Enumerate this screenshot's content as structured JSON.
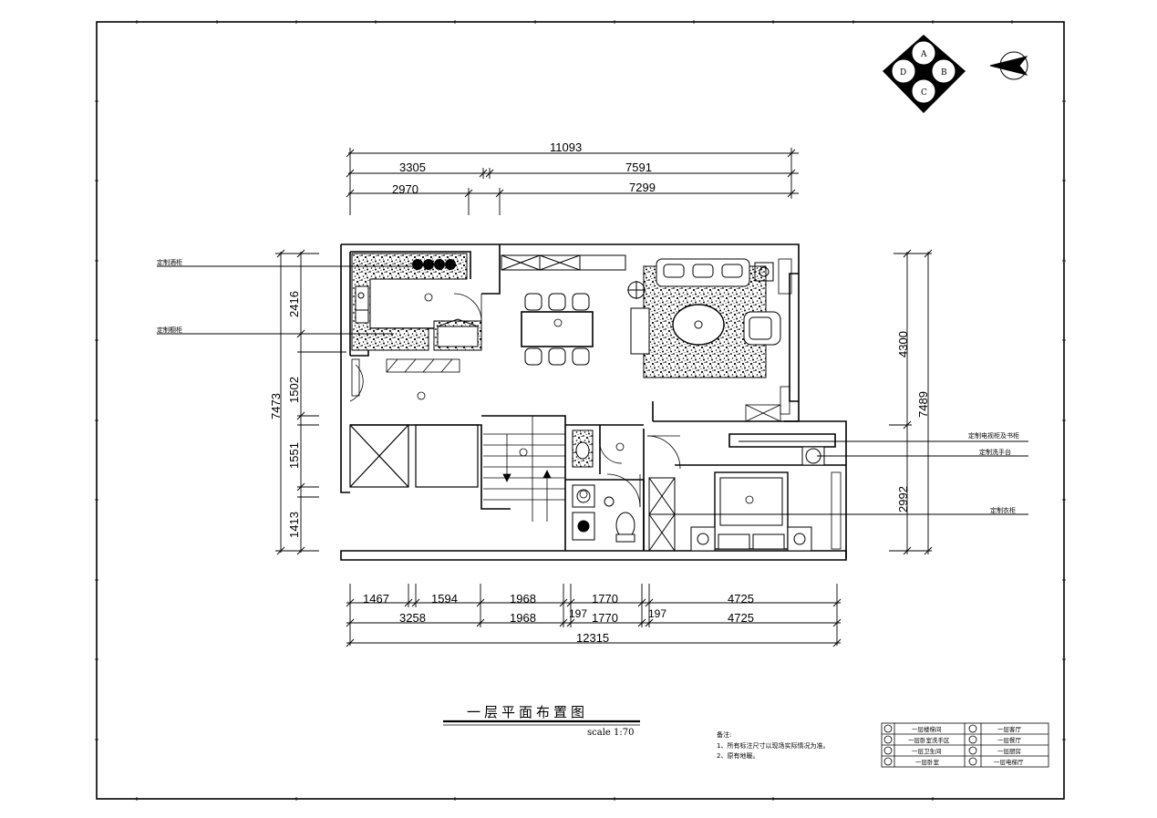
{
  "title": "一层平面布置图",
  "scale": "scale 1:70",
  "top_dims": {
    "total": "11093",
    "row1": [
      "3305",
      "7591"
    ],
    "row2": [
      "2970",
      "7299"
    ]
  },
  "bottom_dims": {
    "row1": [
      "1467",
      "1594",
      "1968",
      "197",
      "1770",
      "197",
      "4725"
    ],
    "row2": [
      "3258",
      "1968",
      "197",
      "1770",
      "197",
      "4725"
    ],
    "total": "12315"
  },
  "left_dims": {
    "total": "7473",
    "parts": [
      "2416",
      "1502",
      "1551",
      "1413"
    ]
  },
  "right_dims": {
    "total": "7489",
    "parts": [
      "4300",
      "2992"
    ]
  },
  "callouts_left": [
    "定制酒柜",
    "定制橱柜"
  ],
  "callouts_right": [
    "定制电视柜及书柜",
    "定制洗手台",
    "定制衣柜"
  ],
  "compass": [
    "A",
    "B",
    "C",
    "D"
  ],
  "notes": {
    "heading": "备注:",
    "lines": [
      "1、所有标注尺寸以现场实际情况为准。",
      "2、原有地暖。"
    ]
  },
  "legend": [
    [
      "一层楼梯间",
      "一层客厅"
    ],
    [
      "一层卧室洗手区",
      "一层餐厅"
    ],
    [
      "一层卫生间",
      "一层厨房"
    ],
    [
      "一层卧室",
      "一层电梯厅"
    ]
  ],
  "colors": {
    "line": "#000000",
    "background": "#ffffff"
  }
}
